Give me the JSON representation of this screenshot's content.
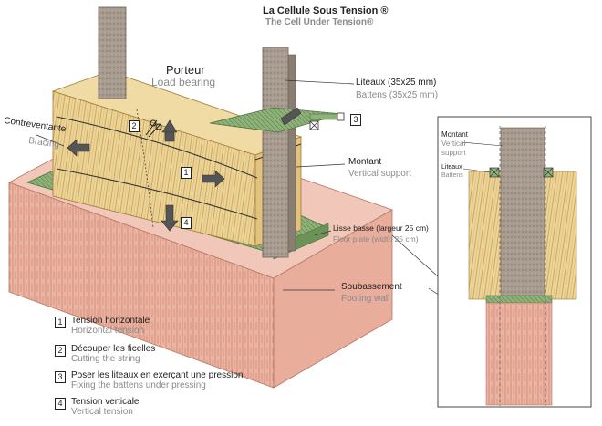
{
  "title": {
    "fr": "La Cellule Sous Tension ®",
    "en": "The Cell Under Tension®"
  },
  "labels": {
    "porteur_fr": "Porteur",
    "porteur_en": "Load bearing",
    "contreventante_fr": "Contreventante",
    "contreventante_en": "Bracing",
    "liteaux_fr": "Liteaux (35x25 mm)",
    "liteaux_en": "Battens (35x25 mm)",
    "montant_fr": "Montant",
    "montant_en": "Vertical support",
    "lisse_fr": "Lisse basse (largeur 25 cm)",
    "lisse_en": "Floor plate (width 25 cm)",
    "soubassement_fr": "Soubassement",
    "soubassement_en": "Footing wall"
  },
  "markers": {
    "m1": "1",
    "m2": "2",
    "m3": "3",
    "m4": "4"
  },
  "detail": {
    "montant_fr": "Montant",
    "montant_en1": "Vertical",
    "montant_en2": "support",
    "liteaux_fr": "Liteaux",
    "liteaux_en": "Battens"
  },
  "legend": [
    {
      "num": "1",
      "fr": "Tension horizontale",
      "en": "Horizontal tension"
    },
    {
      "num": "2",
      "fr": "Découper les ficelles",
      "en": "Cutting the string"
    },
    {
      "num": "3",
      "fr": "Poser les liteaux en exerçant une pression",
      "en": "Fixing the battens under pressing"
    },
    {
      "num": "4",
      "fr": "Tension verticale",
      "en": "Vertical tension"
    }
  ],
  "colors": {
    "straw": "#e3c583",
    "wood": "#9c8f83",
    "footing": "#e0a08e",
    "batten": "#7fa46d"
  }
}
